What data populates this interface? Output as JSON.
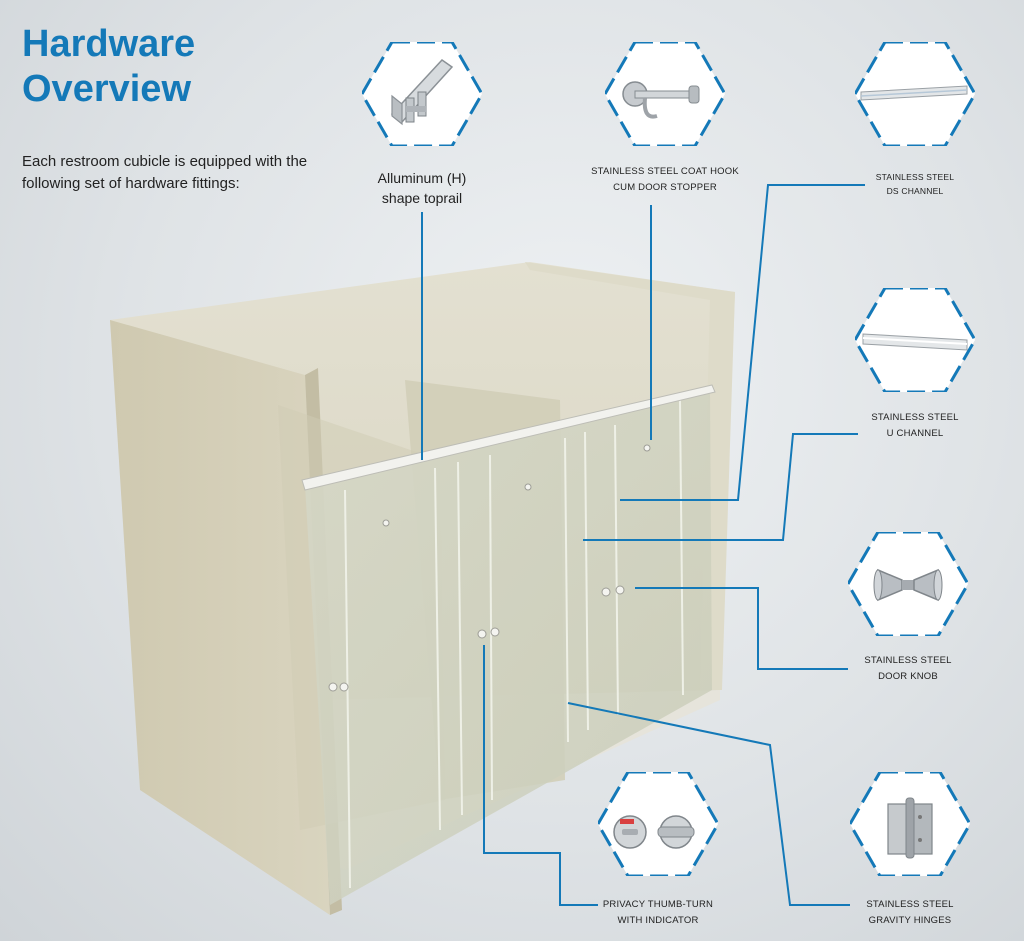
{
  "title": {
    "line1": "Hardware",
    "line2": "Overview"
  },
  "intro": "Each restroom cubicle is equipped with the following set of hardware fittings:",
  "colors": {
    "accent": "#1479b8",
    "panel": "#d8d3bc",
    "glass": "#cfd2c2"
  },
  "items": [
    {
      "icon": "toprail-icon",
      "line1": "Alluminum (H)",
      "line2": "shape toprail"
    },
    {
      "icon": "coat-hook-icon",
      "line1": "STAINLESS STEEL COAT HOOK",
      "line2": "CUM DOOR STOPPER"
    },
    {
      "icon": "ds-channel-icon",
      "line1": "STAINLESS STEEL",
      "line2": "DS CHANNEL"
    },
    {
      "icon": "u-channel-icon",
      "line1": "STAINLESS STEEL",
      "line2": "U CHANNEL"
    },
    {
      "icon": "door-knob-icon",
      "line1": "STAINLESS STEEL",
      "line2": "DOOR KNOB"
    },
    {
      "icon": "gravity-hinge-icon",
      "line1": "STAINLESS STEEL",
      "line2": "GRAVITY HINGES"
    },
    {
      "icon": "thumb-turn-icon",
      "line1": "PRIVACY THUMB-TURN",
      "line2": "WITH INDICATOR"
    }
  ]
}
